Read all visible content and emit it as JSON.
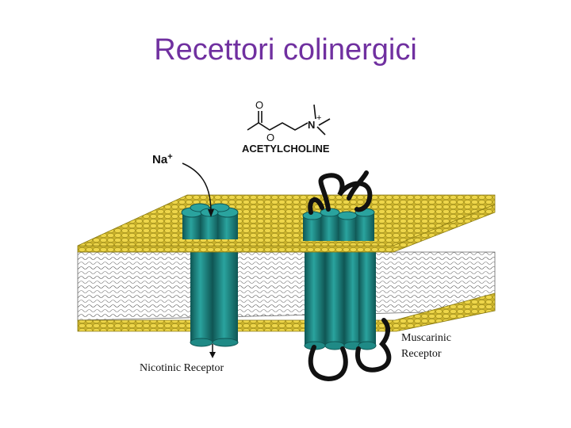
{
  "title": "Recettori colinergici",
  "molecule": {
    "name": "ACETYLCHOLINE",
    "atom_o_top": "O",
    "atom_o_ester": "O",
    "atom_n": "N",
    "charge": "+"
  },
  "ion": {
    "symbol": "Na",
    "charge": "+"
  },
  "labels": {
    "nicotinic": "Nicotinic Receptor",
    "muscarinic_line1": "Muscarinic",
    "muscarinic_line2": "Receptor"
  },
  "colors": {
    "title": "#7030a0",
    "lipid_head": "#e8cf3a",
    "lipid_head_edge": "#8a7a10",
    "receptor": "#1f8a86",
    "receptor_dark": "#0f5654",
    "loop": "#111111"
  }
}
